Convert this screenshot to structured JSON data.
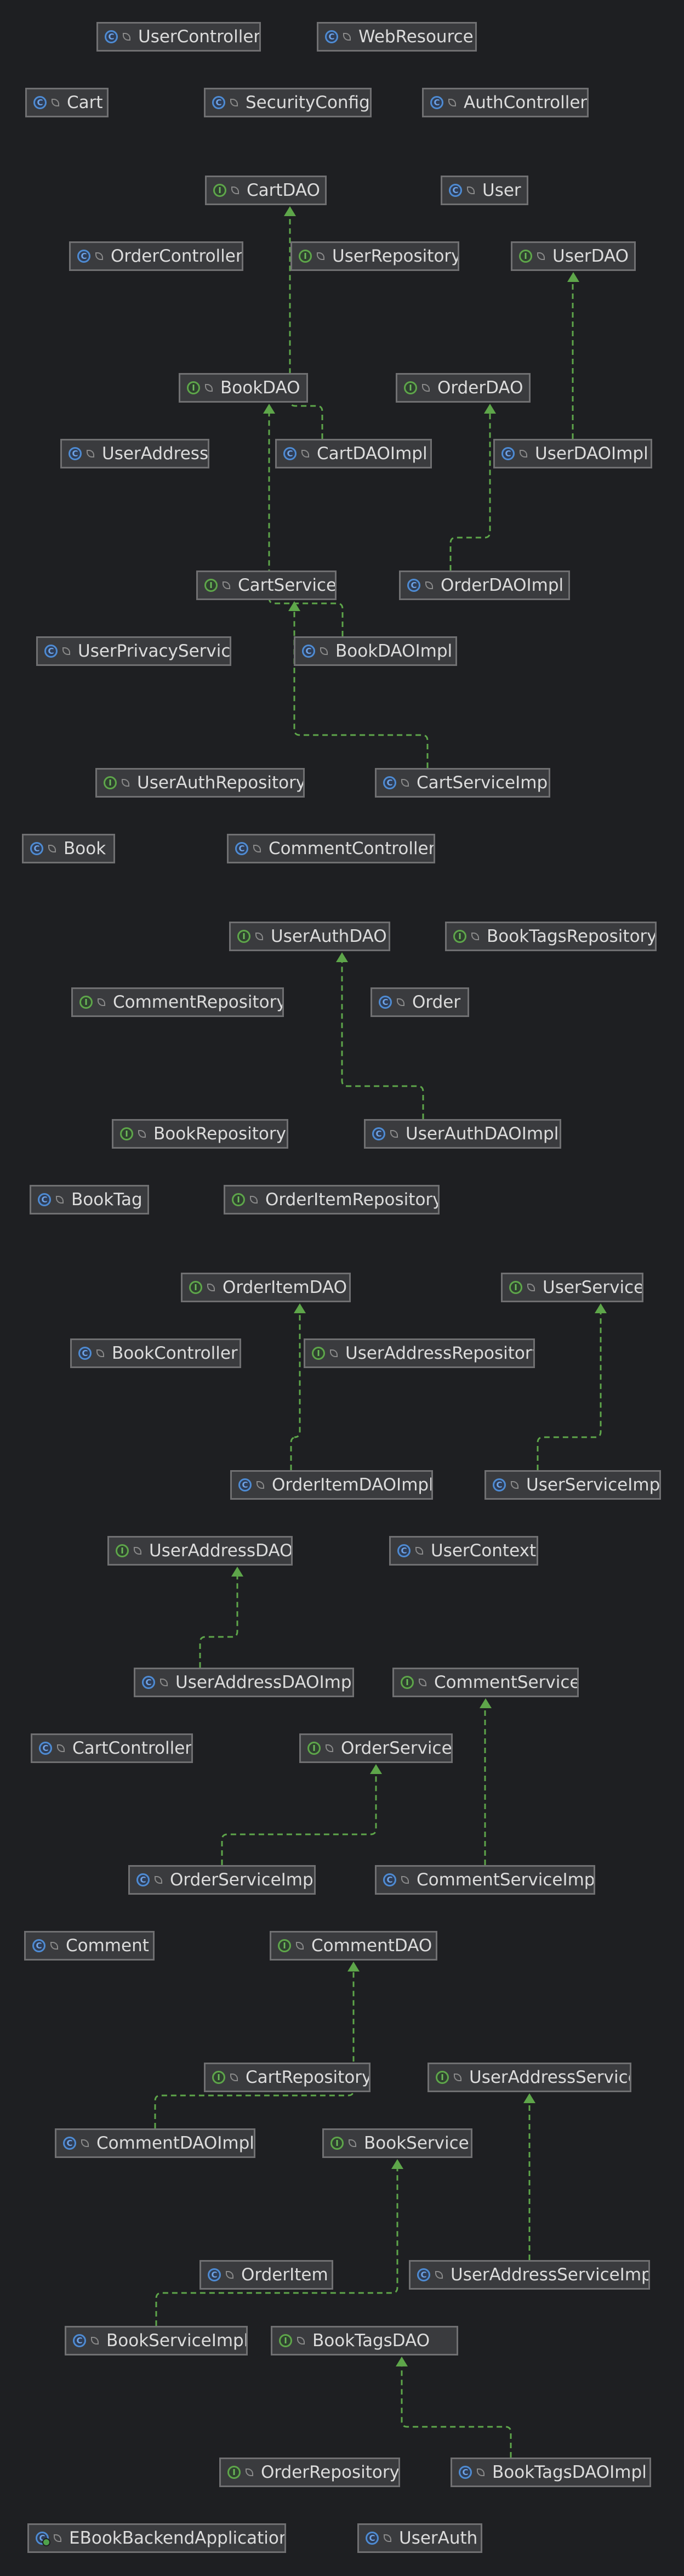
{
  "diagram": {
    "kinds": {
      "class": "C",
      "interface": "I",
      "app": "C"
    },
    "nodes": [
      {
        "id": "UserController",
        "label": "UserController",
        "kind": "class"
      },
      {
        "id": "WebResource",
        "label": "WebResource",
        "kind": "class"
      },
      {
        "id": "Cart",
        "label": "Cart",
        "kind": "class"
      },
      {
        "id": "SecurityConfig",
        "label": "SecurityConfig",
        "kind": "class"
      },
      {
        "id": "AuthController",
        "label": "AuthController",
        "kind": "class"
      },
      {
        "id": "CartDAO",
        "label": "CartDAO",
        "kind": "interface"
      },
      {
        "id": "User",
        "label": "User",
        "kind": "class"
      },
      {
        "id": "OrderController",
        "label": "OrderController",
        "kind": "class"
      },
      {
        "id": "UserRepository",
        "label": "UserRepository",
        "kind": "interface"
      },
      {
        "id": "UserDAO",
        "label": "UserDAO",
        "kind": "interface"
      },
      {
        "id": "BookDAO",
        "label": "BookDAO",
        "kind": "interface"
      },
      {
        "id": "OrderDAO",
        "label": "OrderDAO",
        "kind": "interface"
      },
      {
        "id": "UserAddress",
        "label": "UserAddress",
        "kind": "class"
      },
      {
        "id": "CartDAOImpl",
        "label": "CartDAOImpl",
        "kind": "class"
      },
      {
        "id": "UserDAOImpl",
        "label": "UserDAOImpl",
        "kind": "class"
      },
      {
        "id": "CartService",
        "label": "CartService",
        "kind": "interface"
      },
      {
        "id": "OrderDAOImpl",
        "label": "OrderDAOImpl",
        "kind": "class"
      },
      {
        "id": "UserPrivacyService",
        "label": "UserPrivacyService",
        "kind": "class"
      },
      {
        "id": "BookDAOImpl",
        "label": "BookDAOImpl",
        "kind": "class"
      },
      {
        "id": "UserAuthRepository",
        "label": "UserAuthRepository",
        "kind": "interface"
      },
      {
        "id": "CartServiceImpl",
        "label": "CartServiceImpl",
        "kind": "class"
      },
      {
        "id": "Book",
        "label": "Book",
        "kind": "class"
      },
      {
        "id": "CommentController",
        "label": "CommentController",
        "kind": "class"
      },
      {
        "id": "UserAuthDAO",
        "label": "UserAuthDAO",
        "kind": "interface"
      },
      {
        "id": "BookTagsRepository",
        "label": "BookTagsRepository",
        "kind": "interface"
      },
      {
        "id": "CommentRepository",
        "label": "CommentRepository",
        "kind": "interface"
      },
      {
        "id": "Order",
        "label": "Order",
        "kind": "class"
      },
      {
        "id": "BookRepository",
        "label": "BookRepository",
        "kind": "interface"
      },
      {
        "id": "UserAuthDAOImpl",
        "label": "UserAuthDAOImpl",
        "kind": "class"
      },
      {
        "id": "BookTag",
        "label": "BookTag",
        "kind": "class"
      },
      {
        "id": "OrderItemRepository",
        "label": "OrderItemRepository",
        "kind": "interface"
      },
      {
        "id": "OrderItemDAO",
        "label": "OrderItemDAO",
        "kind": "interface"
      },
      {
        "id": "UserService",
        "label": "UserService",
        "kind": "interface"
      },
      {
        "id": "BookController",
        "label": "BookController",
        "kind": "class"
      },
      {
        "id": "UserAddressRepository",
        "label": "UserAddressRepository",
        "kind": "interface"
      },
      {
        "id": "OrderItemDAOImpl",
        "label": "OrderItemDAOImpl",
        "kind": "class"
      },
      {
        "id": "UserServiceImpl",
        "label": "UserServiceImpl",
        "kind": "class"
      },
      {
        "id": "UserAddressDAO",
        "label": "UserAddressDAO",
        "kind": "interface"
      },
      {
        "id": "UserContext",
        "label": "UserContext",
        "kind": "class"
      },
      {
        "id": "UserAddressDAOImpl",
        "label": "UserAddressDAOImpl",
        "kind": "class"
      },
      {
        "id": "CommentService",
        "label": "CommentService",
        "kind": "interface"
      },
      {
        "id": "CartController",
        "label": "CartController",
        "kind": "class"
      },
      {
        "id": "OrderService",
        "label": "OrderService",
        "kind": "interface"
      },
      {
        "id": "OrderServiceImpl",
        "label": "OrderServiceImpl",
        "kind": "class"
      },
      {
        "id": "CommentServiceImpl",
        "label": "CommentServiceImpl",
        "kind": "class"
      },
      {
        "id": "Comment",
        "label": "Comment",
        "kind": "class"
      },
      {
        "id": "CommentDAO",
        "label": "CommentDAO",
        "kind": "interface"
      },
      {
        "id": "CartRepository",
        "label": "CartRepository",
        "kind": "interface"
      },
      {
        "id": "UserAddressService",
        "label": "UserAddressService",
        "kind": "interface"
      },
      {
        "id": "CommentDAOImpl",
        "label": "CommentDAOImpl",
        "kind": "class"
      },
      {
        "id": "BookService",
        "label": "BookService",
        "kind": "interface"
      },
      {
        "id": "OrderItem",
        "label": "OrderItem",
        "kind": "class"
      },
      {
        "id": "UserAddressServiceImpl",
        "label": "UserAddressServiceImpl",
        "kind": "class"
      },
      {
        "id": "BookServiceImpl",
        "label": "BookServiceImpl",
        "kind": "class"
      },
      {
        "id": "BookTagsDAO",
        "label": "BookTagsDAO",
        "kind": "interface"
      },
      {
        "id": "OrderRepository",
        "label": "OrderRepository",
        "kind": "interface"
      },
      {
        "id": "BookTagsDAOImpl",
        "label": "BookTagsDAOImpl",
        "kind": "class"
      },
      {
        "id": "EBookBackendApplication",
        "label": "EBookBackendApplication",
        "kind": "app"
      },
      {
        "id": "UserAuth",
        "label": "UserAuth",
        "kind": "class"
      }
    ],
    "edges": [
      {
        "from": "CartDAOImpl",
        "to": "CartDAO"
      },
      {
        "from": "UserDAOImpl",
        "to": "UserDAO"
      },
      {
        "from": "BookDAOImpl",
        "to": "BookDAO"
      },
      {
        "from": "OrderDAOImpl",
        "to": "OrderDAO"
      },
      {
        "from": "CartServiceImpl",
        "to": "CartService"
      },
      {
        "from": "UserAuthDAOImpl",
        "to": "UserAuthDAO"
      },
      {
        "from": "OrderItemDAOImpl",
        "to": "OrderItemDAO"
      },
      {
        "from": "UserServiceImpl",
        "to": "UserService"
      },
      {
        "from": "UserAddressDAOImpl",
        "to": "UserAddressDAO"
      },
      {
        "from": "OrderServiceImpl",
        "to": "OrderService"
      },
      {
        "from": "CommentServiceImpl",
        "to": "CommentService"
      },
      {
        "from": "CommentDAOImpl",
        "to": "CommentDAO"
      },
      {
        "from": "BookServiceImpl",
        "to": "BookService"
      },
      {
        "from": "UserAddressServiceImpl",
        "to": "UserAddressService"
      },
      {
        "from": "BookTagsDAOImpl",
        "to": "BookTagsDAO"
      }
    ],
    "colors": {
      "background": "#1e1f22",
      "node_fill": "#3a3b3e",
      "node_border": "#707072",
      "text": "#dcdcdc",
      "class_badge": "#4e8bd3",
      "interface_badge": "#5ea64a",
      "edge": "#5ea64a"
    },
    "icons": {
      "class": "class-icon",
      "interface": "interface-icon",
      "app": "spring-app-icon",
      "spring": "spring-leaf-icon"
    }
  }
}
